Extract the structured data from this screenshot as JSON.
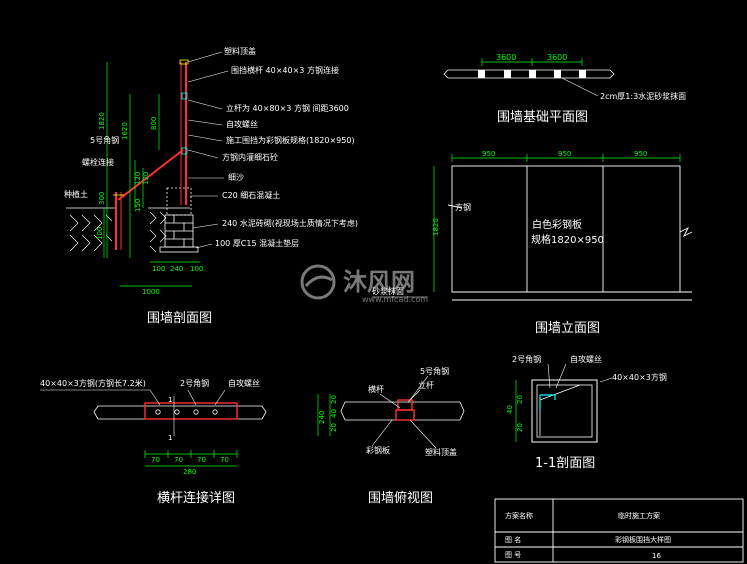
{
  "section_drawing": {
    "title": "围墙剖面图",
    "callouts": [
      "塑料顶盖",
      "围挡横杆 40×40×3 方钢连接",
      "立杆为 40×80×3 方钢 间距3600",
      "自攻螺丝",
      "施工围挡为彩钢板规格(1820×950)",
      "方钢内灌细石砼",
      "细沙",
      "C20 细石混凝土",
      "240 水泥砖砌(视现场土质情况下考虑)",
      "100 厚C15 混凝土垫层"
    ],
    "left_labels": [
      "5号角钢",
      "螺栓连接",
      "种植土"
    ],
    "dims_vertical": [
      "1820",
      "1620",
      "800",
      "300",
      "120",
      "120",
      "150",
      "100"
    ],
    "dims_horizontal": [
      "100",
      "240",
      "100",
      "1000"
    ]
  },
  "foundation_plan": {
    "title": "围墙基础平面图",
    "dims": [
      "3600",
      "3600"
    ],
    "note": "2cm厚1:3水泥砂浆抹面"
  },
  "elevation": {
    "title": "围墙立面图",
    "dims_top": [
      "950",
      "950",
      "950"
    ],
    "dim_side": "1820",
    "label_post": "方钢",
    "panel_text_1": "白色彩钢板",
    "panel_text_2": "规格1820×950",
    "base_label": "砂浆抹面"
  },
  "crossbar_detail": {
    "title": "横杆连接详图",
    "label_left": "40×40×3方钢(方钢长7.2米)",
    "label_mid": "2号角钢",
    "label_right": "自攻螺丝",
    "mark": "1",
    "dims_bottom": [
      "70",
      "70",
      "70",
      "70"
    ],
    "dim_total": "280"
  },
  "top_view": {
    "title": "围墙俯视图",
    "label_bar": "横杆",
    "label_post": "立杆",
    "label_angle": "5号角钢",
    "label_panel": "彩钢板",
    "label_cap": "塑料顶盖",
    "dims_side": [
      "20",
      "40",
      "20"
    ],
    "dims_side_total": "240"
  },
  "section_1_1": {
    "title": "1-1剖面图",
    "label_angle": "2号角钢",
    "label_screw": "自攻螺丝",
    "label_tube": "40×40×3方钢",
    "dims_side": [
      "40",
      "20",
      "20"
    ]
  },
  "watermark": {
    "text": "沐风网",
    "url": "www.mfcad.com"
  },
  "title_block": {
    "row1_label": "方案名称",
    "row1_value": "临时施工方案",
    "row2_label": "图  名",
    "row2_value": "彩钢板围挡大样图",
    "row3_label": "图  号",
    "row3_value": "16"
  }
}
